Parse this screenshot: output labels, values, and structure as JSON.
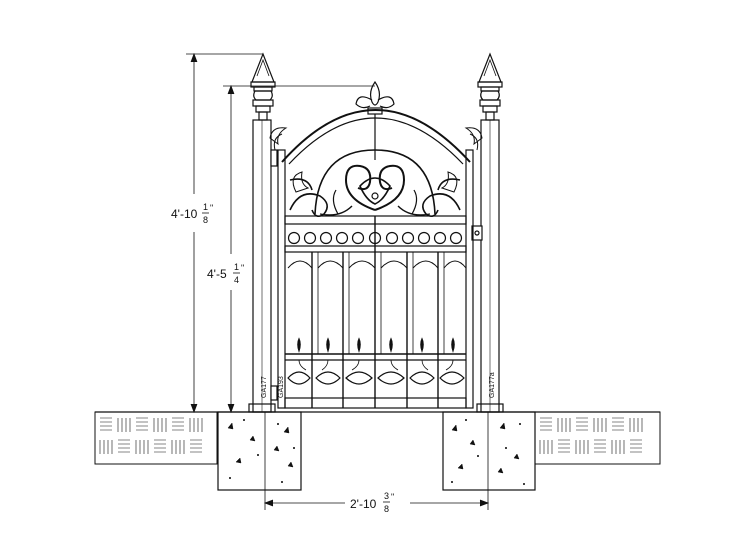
{
  "dimensions": {
    "overall_height": {
      "whole": "4'-10",
      "num": "1",
      "den": "8",
      "unit": "\""
    },
    "gate_height": {
      "whole": "4'-5",
      "num": "1",
      "den": "4",
      "unit": "\""
    },
    "opening_width": {
      "whole": "2'-10",
      "num": "3",
      "den": "8",
      "unit": "\""
    }
  },
  "part_labels": {
    "hinge_post": "GA177",
    "gate_panel": "GA193",
    "latch_post": "GA177a"
  },
  "colors": {
    "line": "#111111",
    "background": "#ffffff"
  }
}
